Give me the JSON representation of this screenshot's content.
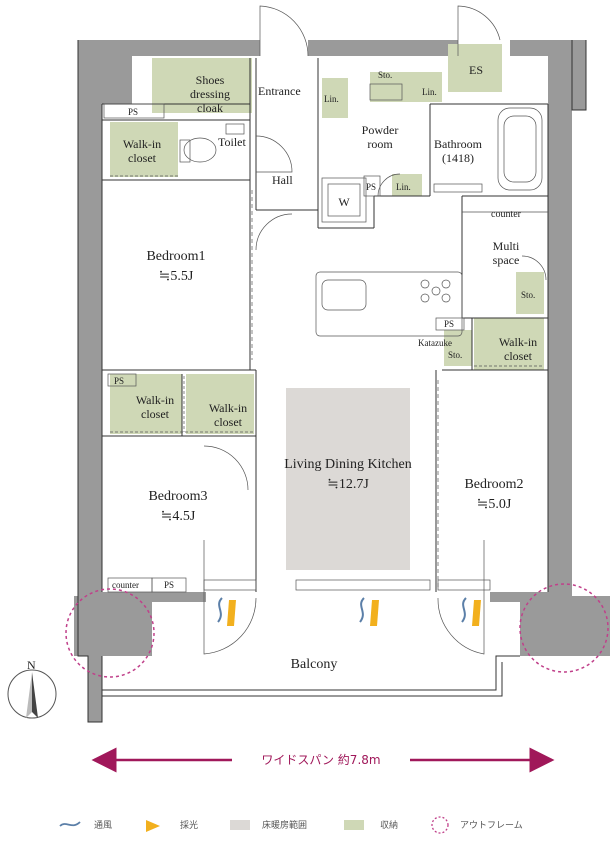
{
  "rooms": {
    "shoes_cloak": [
      "Shoes",
      "dressing",
      "cloak"
    ],
    "entrance": "Entrance",
    "es": "ES",
    "sto_top": "Sto.",
    "lin_left": "Lin.",
    "lin_right": "Lin.",
    "lin_bottom": "Lin.",
    "powder_room": [
      "Powder",
      "room"
    ],
    "bathroom": [
      "Bathroom",
      "(1418)"
    ],
    "ps_top": "PS",
    "ps_hall": "PS",
    "walk_in_1": [
      "Walk-in",
      "closet"
    ],
    "toilet": "Toilet",
    "hall": "Hall",
    "w_mark": "W",
    "counter_top": "counter",
    "multi_space": [
      "Multi",
      "space"
    ],
    "sto_multi": "Sto.",
    "bedroom1": [
      "Bedroom1",
      "≒5.5J"
    ],
    "ps_kitchen": "PS",
    "katazuke": "Katazuke",
    "sto_katazuke": "Sto.",
    "walk_in_2": [
      "Walk-in",
      "closet"
    ],
    "ps_bed3": "PS",
    "walk_in_3": [
      "Walk-in",
      "closet"
    ],
    "walk_in_4": [
      "Walk-in",
      "closet"
    ],
    "ldk": [
      "Living Dining Kitchen",
      "≒12.7J"
    ],
    "bedroom2": [
      "Bedroom2",
      "≒5.0J"
    ],
    "bedroom3": [
      "Bedroom3",
      "≒4.5J"
    ],
    "counter_bottom": "counter",
    "ps_bottom": "PS",
    "balcony": "Balcony"
  },
  "compass": {
    "label": "N"
  },
  "span": {
    "label": "ワイドスパン 約7.8m"
  },
  "legend": {
    "ventilation": "通風",
    "daylight": "採光",
    "floor_heating": "床暖房範囲",
    "storage": "収納",
    "outframe": "アウトフレーム"
  },
  "colors": {
    "wall": "#9a9a9a",
    "storage": "#cfd8b6",
    "floor_heating": "#dcd9d6",
    "daylight": "#f2b01e",
    "ventilation": "#5b7fa8",
    "outframe": "#c0408a",
    "span_arrow": "#a0185a"
  }
}
